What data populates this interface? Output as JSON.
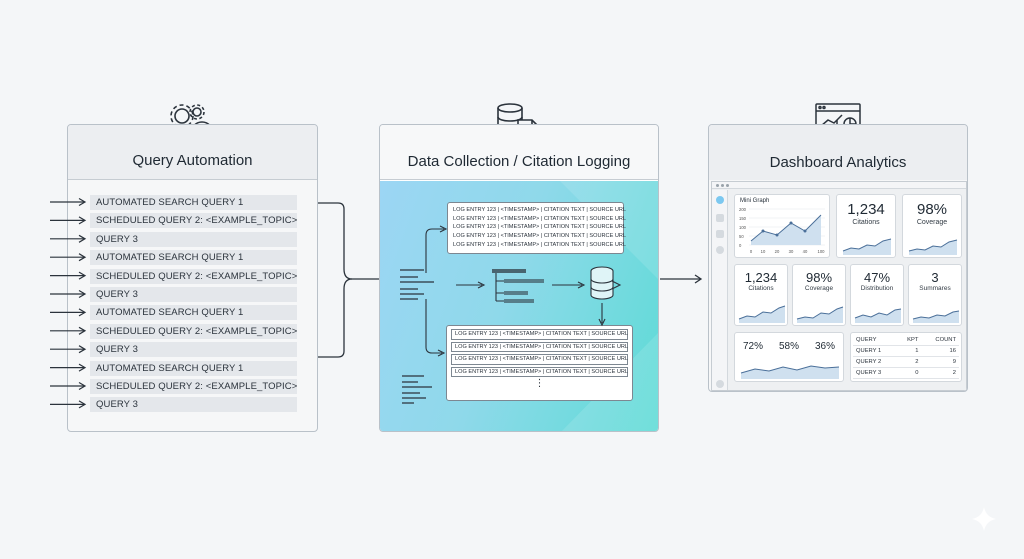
{
  "panels": {
    "query": {
      "title": "Query Automation",
      "items": [
        "AUTOMATED SEARCH QUERY 1",
        "SCHEDULED QUERY 2: <EXAMPLE_TOPIC>",
        "QUERY 3",
        "AUTOMATED SEARCH QUERY 1",
        "SCHEDULED QUERY 2: <EXAMPLE_TOPIC>",
        "QUERY 3",
        "AUTOMATED SEARCH QUERY 1",
        "SCHEDULED QUERY 2: <EXAMPLE_TOPIC>",
        "QUERY 3",
        "AUTOMATED SEARCH QUERY 1",
        "SCHEDULED QUERY 2: <EXAMPLE_TOPIC>",
        "QUERY 3"
      ]
    },
    "data": {
      "title": "Data Collection / Citation Logging",
      "log_line": "LOG ENTRY 123 | <TIMESTAMP> | CITATION TEXT | SOURCE URL",
      "ellipsis": "⋮"
    },
    "dashboard": {
      "title": "Dashboard Analytics",
      "mini_graph": {
        "title": "Mini Graph",
        "yticks": [
          "200",
          "150",
          "100",
          "50",
          "0"
        ],
        "xticks": [
          "0",
          "10",
          "20",
          "30",
          "40",
          "100"
        ]
      },
      "top_cards": [
        {
          "value": "1,234",
          "label": "Citations"
        },
        {
          "value": "98%",
          "label": "Coverage"
        }
      ],
      "mid_cards": [
        {
          "value": "1,234",
          "label": "Citations"
        },
        {
          "value": "98%",
          "label": "Coverage"
        },
        {
          "value": "47%",
          "label": "Distribution"
        },
        {
          "value": "3",
          "label": "Summares"
        }
      ],
      "percents": [
        "72%",
        "58%",
        "36%"
      ],
      "table": {
        "headers": [
          "QUERY",
          "KPT",
          "COUNT"
        ],
        "rows": [
          [
            "QUERY 1",
            "1",
            "16"
          ],
          [
            "QUERY 2",
            "2",
            "9"
          ],
          [
            "QUERY 3",
            "0",
            "2"
          ]
        ]
      }
    }
  },
  "colors": {
    "gradient_start": "#9cd6f4",
    "gradient_end": "#5ddbd6",
    "chart_line": "#4a6f99",
    "chart_fill": "#cfe0ef",
    "accent_dot": "#7cc8f0"
  }
}
